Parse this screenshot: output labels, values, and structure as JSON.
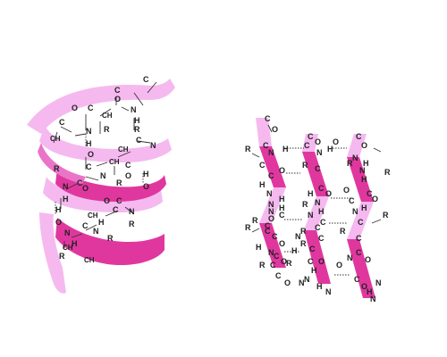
{
  "colors": {
    "background": "#ffffff",
    "ribbon_light": "#f5b9ef",
    "ribbon_dark": "#e0379f",
    "ribbon_mid": "#ea74c8",
    "bond_line": "#333333"
  },
  "alpha_helix": {
    "atoms": [
      {
        "t": "C"
      },
      {
        "t": "C"
      },
      {
        "t": "O"
      },
      {
        "t": "N"
      },
      {
        "t": "H"
      },
      {
        "t": "CH"
      },
      {
        "t": "C"
      },
      {
        "t": "O"
      },
      {
        "t": "C"
      },
      {
        "t": "N"
      },
      {
        "t": "H"
      },
      {
        "t": "CH"
      },
      {
        "t": "R"
      },
      {
        "t": "R"
      },
      {
        "t": "C"
      },
      {
        "t": "CH"
      },
      {
        "t": "N"
      },
      {
        "t": "H"
      },
      {
        "t": "O"
      },
      {
        "t": "O"
      },
      {
        "t": "C"
      },
      {
        "t": "N"
      },
      {
        "t": "CH"
      },
      {
        "t": "C"
      },
      {
        "t": "O"
      },
      {
        "t": "C"
      },
      {
        "t": "H"
      },
      {
        "t": "R"
      },
      {
        "t": "C"
      },
      {
        "t": "N"
      },
      {
        "t": "R"
      },
      {
        "t": "H"
      },
      {
        "t": "H"
      },
      {
        "t": "O"
      },
      {
        "t": "C"
      },
      {
        "t": "N"
      },
      {
        "t": "N"
      },
      {
        "t": "H"
      },
      {
        "t": "CH"
      },
      {
        "t": "O"
      },
      {
        "t": "C"
      },
      {
        "t": "R"
      },
      {
        "t": "O"
      },
      {
        "t": "N"
      },
      {
        "t": "CH"
      },
      {
        "t": "R"
      },
      {
        "t": "R"
      },
      {
        "t": "CH"
      }
    ]
  },
  "beta_sheet": {
    "atoms": [
      {
        "t": "C"
      },
      {
        "t": "O"
      },
      {
        "t": "C"
      },
      {
        "t": "O"
      },
      {
        "t": "C"
      },
      {
        "t": "O"
      },
      {
        "t": "R"
      },
      {
        "t": "C"
      },
      {
        "t": "N"
      },
      {
        "t": "H"
      },
      {
        "t": "N"
      },
      {
        "t": "H"
      },
      {
        "t": "O"
      },
      {
        "t": "C"
      },
      {
        "t": "N"
      },
      {
        "t": "H"
      },
      {
        "t": "R"
      },
      {
        "t": "R"
      },
      {
        "t": "C"
      },
      {
        "t": "R"
      },
      {
        "t": "C"
      },
      {
        "t": "C"
      },
      {
        "t": "O"
      },
      {
        "t": "H"
      },
      {
        "t": "N"
      },
      {
        "t": "C"
      },
      {
        "t": "O"
      },
      {
        "t": "H"
      },
      {
        "t": "N"
      },
      {
        "t": "H"
      },
      {
        "t": "N"
      },
      {
        "t": "C"
      },
      {
        "t": "O"
      },
      {
        "t": "H"
      },
      {
        "t": "N"
      },
      {
        "t": "C"
      },
      {
        "t": "O"
      },
      {
        "t": "R"
      },
      {
        "t": "R"
      },
      {
        "t": "C"
      },
      {
        "t": "R"
      },
      {
        "t": "C"
      },
      {
        "t": "R"
      },
      {
        "t": "C"
      },
      {
        "t": "C"
      },
      {
        "t": "O"
      },
      {
        "t": "H"
      },
      {
        "t": "N"
      },
      {
        "t": "C"
      },
      {
        "t": "O"
      },
      {
        "t": "H"
      },
      {
        "t": "N"
      },
      {
        "t": "C"
      },
      {
        "t": "O"
      },
      {
        "t": "R"
      },
      {
        "t": "C"
      },
      {
        "t": "N"
      },
      {
        "t": "H"
      },
      {
        "t": "N"
      },
      {
        "t": "H"
      },
      {
        "t": "N"
      },
      {
        "t": "H"
      },
      {
        "t": "C"
      },
      {
        "t": "R"
      },
      {
        "t": "R"
      },
      {
        "t": "C"
      },
      {
        "t": "R"
      },
      {
        "t": "C"
      },
      {
        "t": "R"
      },
      {
        "t": "C"
      },
      {
        "t": "C"
      },
      {
        "t": "O"
      },
      {
        "t": "H"
      },
      {
        "t": "N"
      },
      {
        "t": "C"
      },
      {
        "t": "O"
      },
      {
        "t": "H"
      },
      {
        "t": "N"
      },
      {
        "t": "C"
      },
      {
        "t": "O"
      },
      {
        "t": "N"
      },
      {
        "t": "H"
      },
      {
        "t": "N"
      },
      {
        "t": "O"
      },
      {
        "t": "C"
      },
      {
        "t": "N"
      },
      {
        "t": "O"
      },
      {
        "t": "C"
      },
      {
        "t": "N"
      }
    ]
  }
}
